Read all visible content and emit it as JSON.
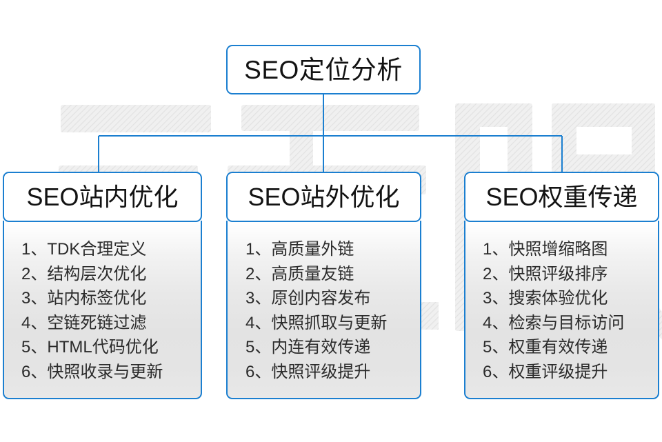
{
  "diagram": {
    "title": "SEO定位分析",
    "colors": {
      "border_blue": "#1b7fd0",
      "text_dark": "#131313",
      "item_text": "#2b2b2b",
      "body_gray": "#e4e4e4",
      "background": "#ffffff",
      "watermark_gray": "#ededed"
    },
    "watermark_text": "云无限",
    "columns": [
      {
        "header": "SEO站内优化",
        "items": [
          {
            "num": "1、",
            "label": "TDK合理定义"
          },
          {
            "num": "2、",
            "label": "结构层次优化"
          },
          {
            "num": "3、",
            "label": "站内标签优化"
          },
          {
            "num": "4、",
            "label": "空链死链过滤"
          },
          {
            "num": "5、",
            "label": "HTML代码优化"
          },
          {
            "num": "6、",
            "label": "快照收录与更新"
          }
        ]
      },
      {
        "header": "SEO站外优化",
        "items": [
          {
            "num": "1、",
            "label": "高质量外链"
          },
          {
            "num": "2、",
            "label": "高质量友链"
          },
          {
            "num": "3、",
            "label": "原创内容发布"
          },
          {
            "num": "4、",
            "label": "快照抓取与更新"
          },
          {
            "num": "5、",
            "label": "内连有效传递"
          },
          {
            "num": "6、",
            "label": "快照评级提升"
          }
        ]
      },
      {
        "header": "SEO权重传递",
        "items": [
          {
            "num": "1、",
            "label": "快照增缩略图"
          },
          {
            "num": "2、",
            "label": "快照评级排序"
          },
          {
            "num": "3、",
            "label": "搜索体验优化"
          },
          {
            "num": "4、",
            "label": "检索与目标访问"
          },
          {
            "num": "5、",
            "label": "权重有效传递"
          },
          {
            "num": "6、",
            "label": "权重评级提升"
          }
        ]
      }
    ]
  }
}
